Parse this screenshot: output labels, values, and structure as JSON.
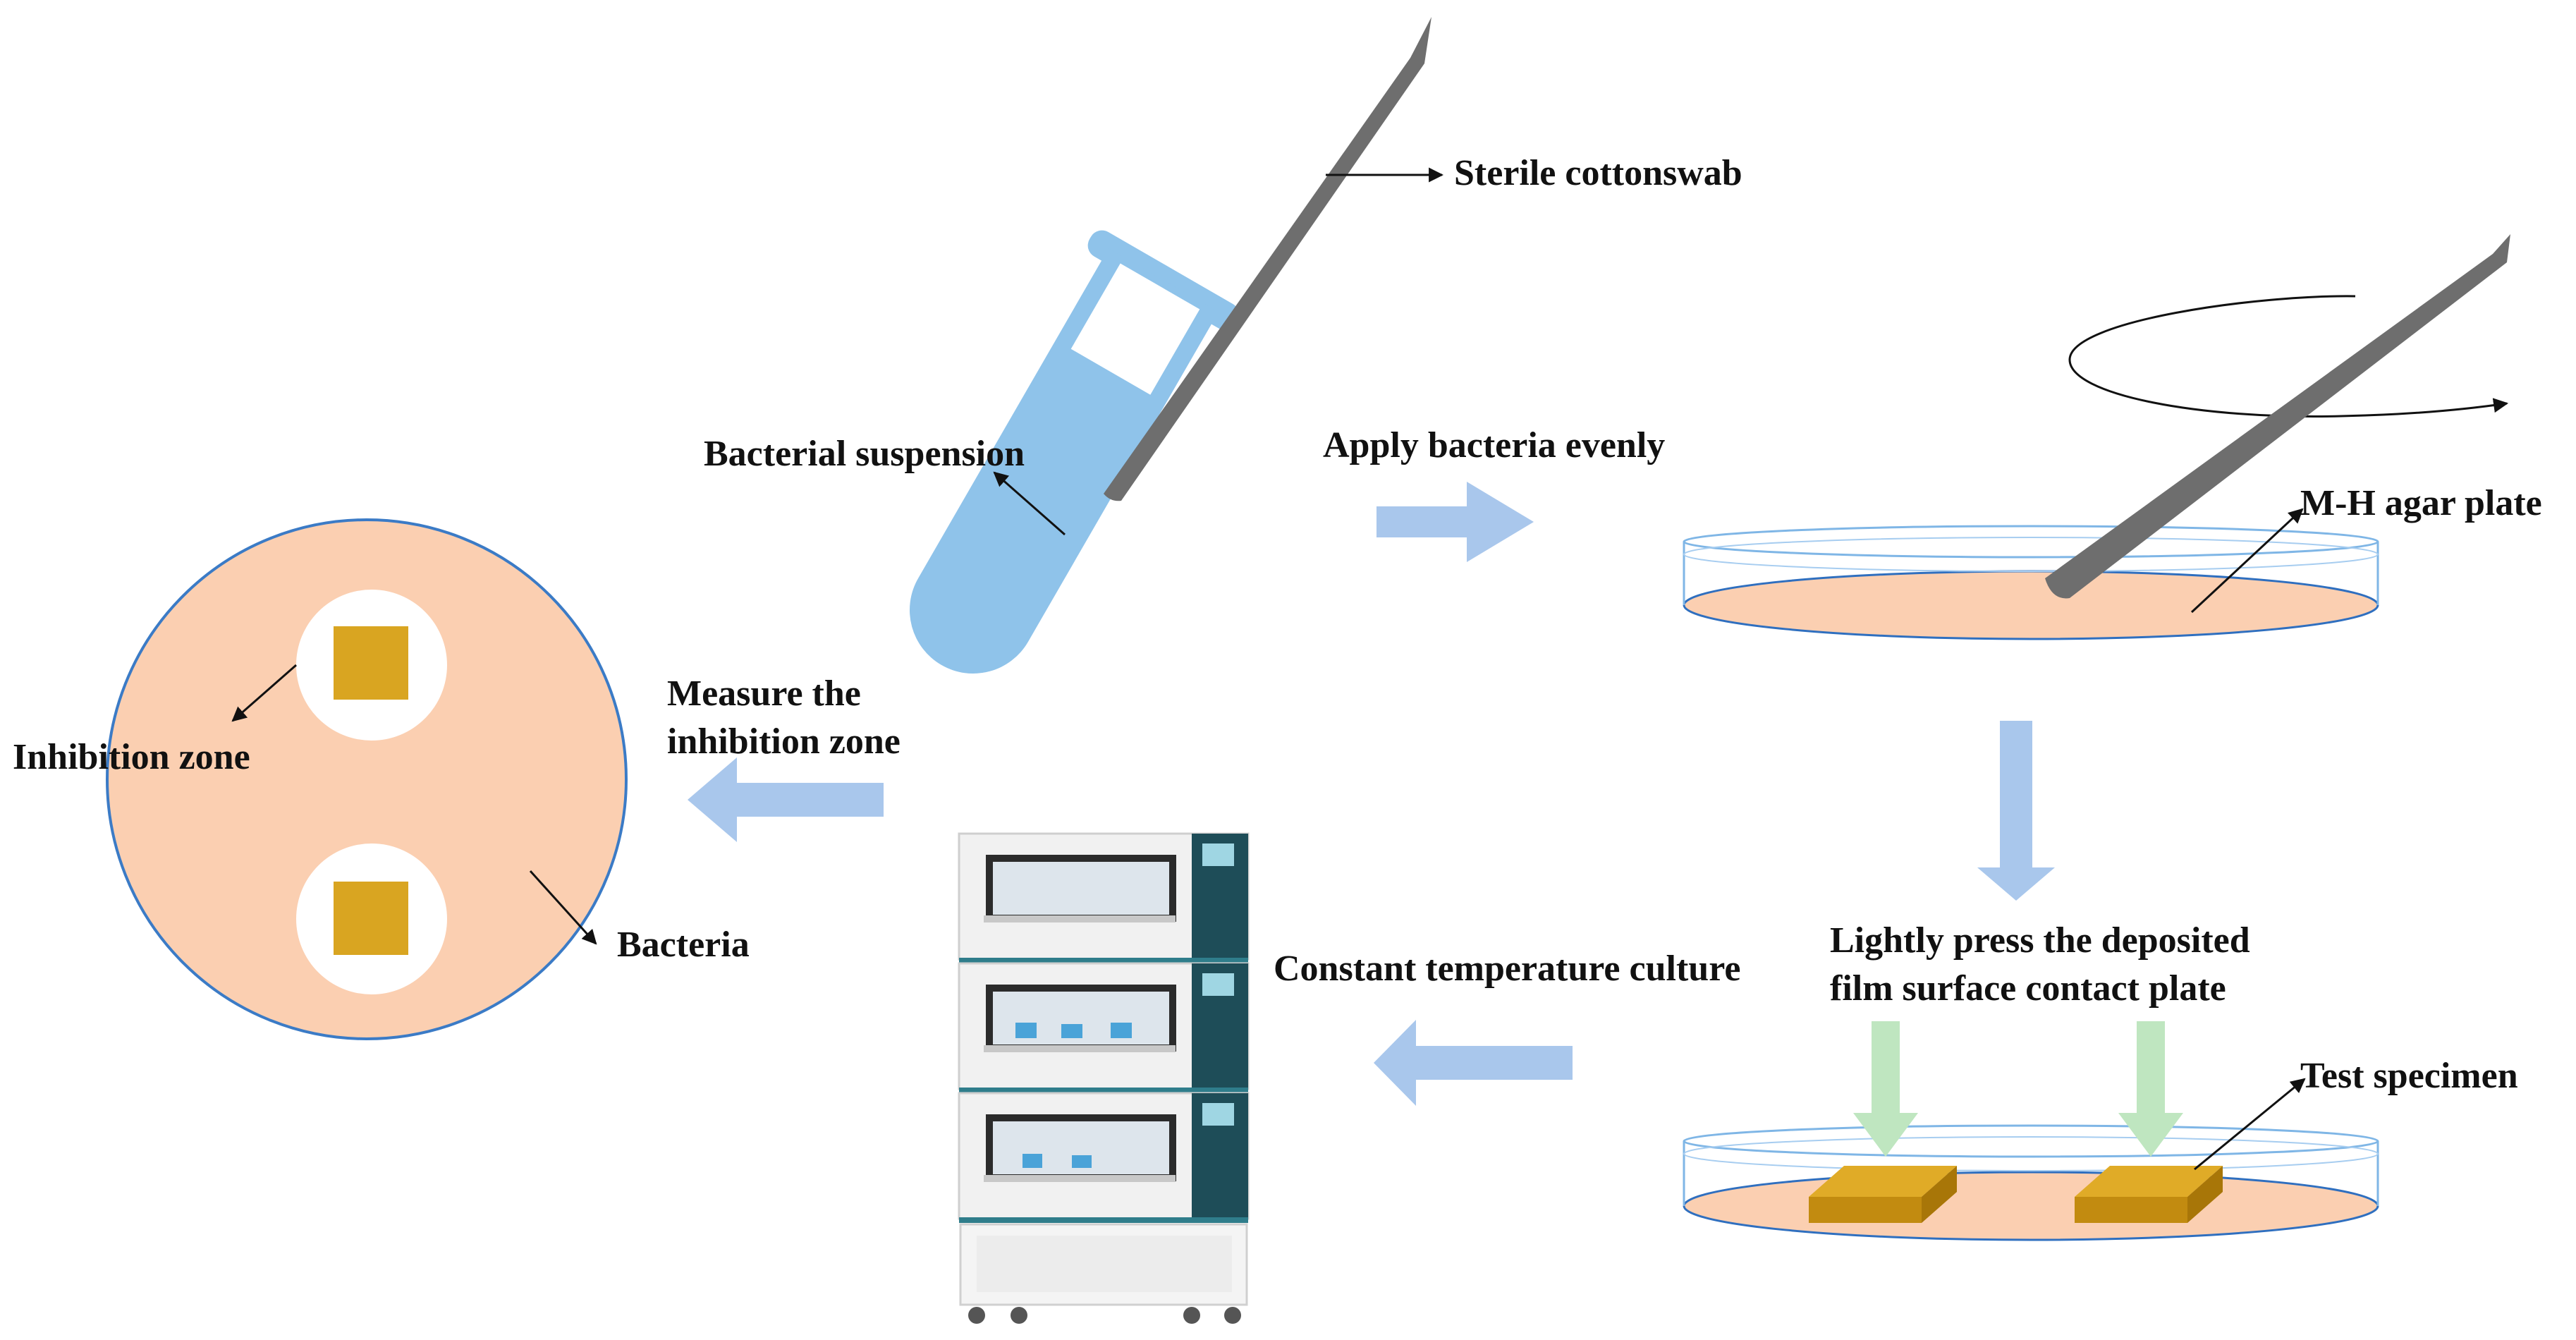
{
  "labels": {
    "sterile_cottonswab": "Sterile cottonswab",
    "bacterial_suspension": "Bacterial suspension",
    "apply_bacteria": "Apply bacteria evenly",
    "mh_agar_plate": "M-H agar plate",
    "lightly_press_line1": "Lightly press the deposited",
    "lightly_press_line2": "film surface contact plate",
    "test_specimen": "Test specimen",
    "constant_temp": "Constant temperature culture",
    "measure_line1": "Measure the",
    "measure_line2": "inhibition zone",
    "inhibition_zone": "Inhibition zone",
    "bacteria": "Bacteria"
  },
  "colors": {
    "agar": "#fbcfb1",
    "dish_outline": "#7fb6e6",
    "plate_edge": "#2f6fbf",
    "flow_arrow": "#a9c7ec",
    "press_arrow": "#bfe6c0",
    "tube": "#8fc3ea",
    "swab": "#6e6e6e",
    "specimen": "#d9a521",
    "specimen_side": "#c28b10",
    "incubator_panel": "#1e4d58"
  }
}
